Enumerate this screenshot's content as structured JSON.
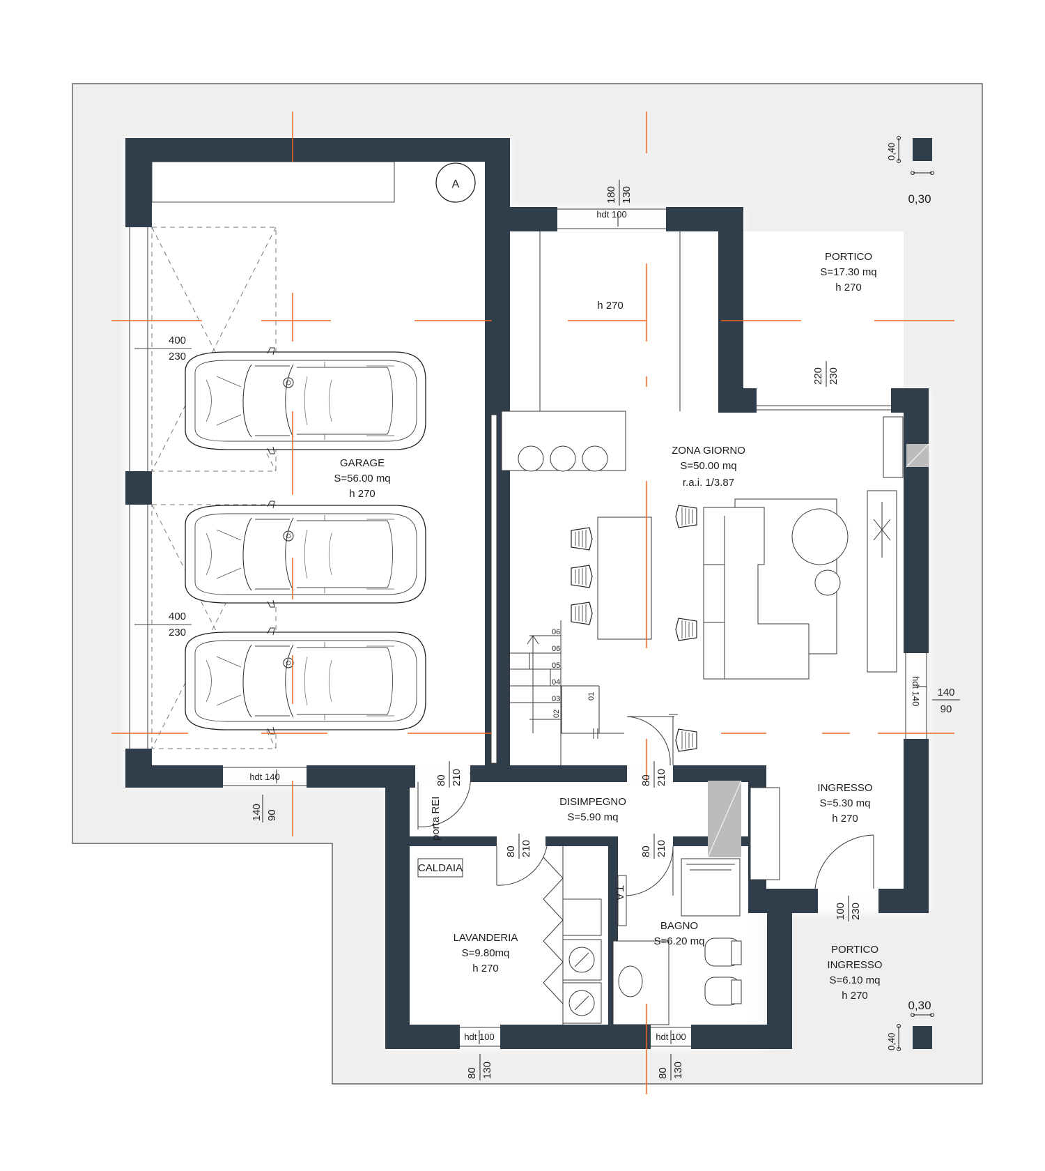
{
  "marker": "A",
  "scale_labels": {
    "top_h": "0,40",
    "top_w": "0,30",
    "bottom_w": "0,30",
    "bottom_h": "0,40"
  },
  "rooms": {
    "portico": {
      "name": "PORTICO",
      "area": "S=17.30 mq",
      "height": "h 270"
    },
    "garage": {
      "name": "GARAGE",
      "area": "S=56.00 mq",
      "height": "h 270"
    },
    "zona_giorno": {
      "name": "ZONA GIORNO",
      "area": "S=50.00 mq",
      "rai": "r.a.i. 1/3.87"
    },
    "kitchen_height": "h 270",
    "disimpegno": {
      "name": "DISIMPEGNO",
      "area": "S=5.90 mq"
    },
    "ingresso": {
      "name": "INGRESSO",
      "area": "S=5.30 mq",
      "height": "h 270"
    },
    "caldaia": {
      "name": "CALDAIA"
    },
    "lavanderia": {
      "name": "LAVANDERIA",
      "area": "S=9.80mq",
      "height": "h 270"
    },
    "bagno": {
      "name": "BAGNO",
      "area": "S=6.20 mq"
    },
    "portico_ingresso": {
      "name1": "PORTICO",
      "name2": "INGRESSO",
      "area": "S=6.10 mq",
      "height": "h 270"
    }
  },
  "labels": {
    "ta": "T.A.",
    "porta_rei": "porta REI",
    "hdt100_top": "hdt 100",
    "hdt140_garage": "hdt 140",
    "hdt140_right": "hdt 140",
    "hdt100_lav": "hdt 100",
    "hdt100_bagno": "hdt 100"
  },
  "dimensions": {
    "top_window": [
      "180",
      "130"
    ],
    "portico_window": [
      "220",
      "230"
    ],
    "garage_upper": [
      "400",
      "230"
    ],
    "garage_lower": [
      "400",
      "230"
    ],
    "right_window": [
      "140",
      "90"
    ],
    "garage_bottom_window": [
      "140",
      "90"
    ],
    "rei_door": [
      "80",
      "210"
    ],
    "living_door": [
      "80",
      "210"
    ],
    "lav_door": [
      "80",
      "210"
    ],
    "bagno_door": [
      "80",
      "210"
    ],
    "ingresso_door": [
      "100",
      "230"
    ],
    "lav_window": [
      "80",
      "130"
    ],
    "bagno_window": [
      "80",
      "130"
    ]
  },
  "stair_steps": [
    "06",
    "06",
    "05",
    "04",
    "03",
    "02",
    "01"
  ]
}
